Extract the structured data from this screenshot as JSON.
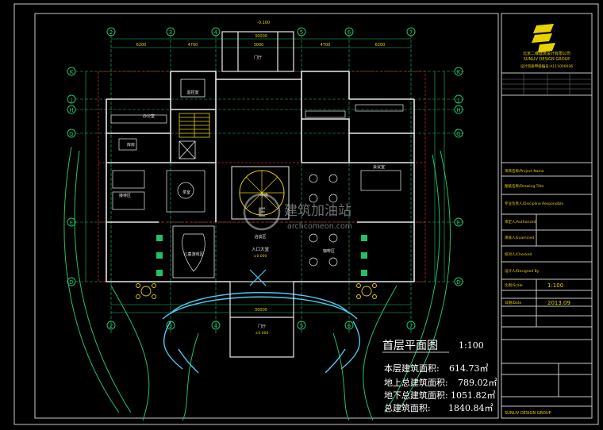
{
  "plan": {
    "title": "首层平面图",
    "scale": "1:100",
    "areas": [
      {
        "label": "本层建筑面积:",
        "value": "614.73㎡"
      },
      {
        "label": "地上总建筑面积:",
        "value": "789.02㎡"
      },
      {
        "label": "地下总建筑面积:",
        "value": "1051.82㎡"
      },
      {
        "label": "总建筑面积:",
        "value": "1840.84㎡"
      }
    ],
    "axes_top": [
      "2",
      "3",
      "4",
      "5",
      "6",
      "7"
    ],
    "axes_left": [
      "K",
      "J",
      "H",
      "G",
      "E",
      "D"
    ],
    "dims_top": [
      "6200",
      "4700",
      "3000",
      "4700",
      "6200"
    ],
    "dim_total": "30000",
    "rooms": {
      "office": "办公室",
      "reception": "接待区",
      "tea_room": "茶室",
      "lounge": "洽谈区",
      "atrium": "中庭",
      "lobby": "入口大堂",
      "kids": "儿童游戏区",
      "cafe": "咖啡区",
      "meeting": "会议室",
      "storage": "库房",
      "foyer": "门厅",
      "control": "监控室"
    },
    "elevations": [
      "±0.000",
      "-0.100",
      "±0.000"
    ]
  },
  "title_block": {
    "company_cn": "北京二维建筑设计有限公司",
    "company_en": "SUNLIV DESIGN GROUP",
    "cert": "设计资质甲级编号:A111000036",
    "rows": [
      "项目名称/Project Name",
      "图纸名称/Drawing Title",
      "专业负责人/Discipline Responsible",
      "审定人/Authorized",
      "审核人/Examined",
      "校对人/Checked",
      "设计人/Designed By"
    ],
    "scale_label": "比例/Scale",
    "scale_value": "1:100",
    "date_label": "日期/Date",
    "date_value": "2013.09",
    "footer": "SUNLIV DESIGN GROUP"
  },
  "watermark": {
    "cn": "建筑加油站",
    "url": "archcomeon.com"
  }
}
